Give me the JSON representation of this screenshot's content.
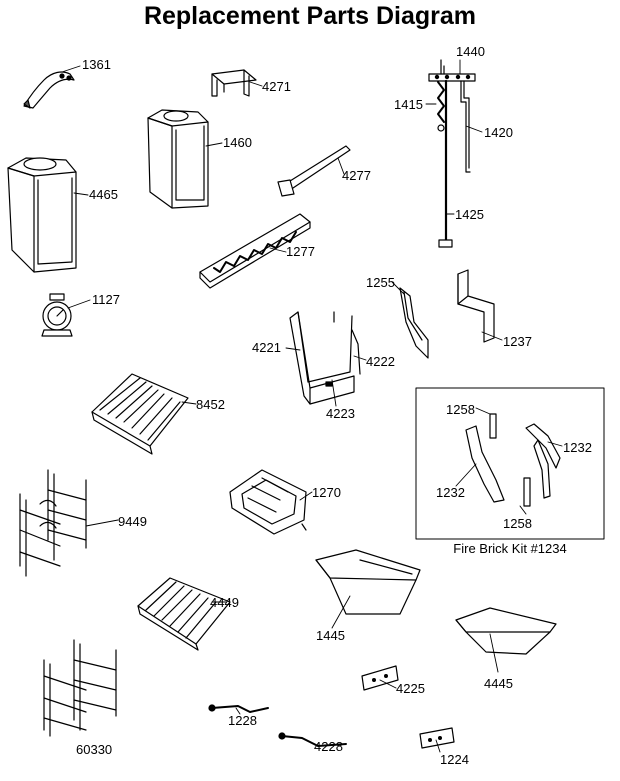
{
  "title": "Replacement Parts Diagram",
  "kit_caption": "Fire Brick Kit #1234",
  "labels": [
    {
      "key": "p1361",
      "text": "1361"
    },
    {
      "key": "p4271",
      "text": "4271"
    },
    {
      "key": "p1440",
      "text": "1440"
    },
    {
      "key": "p1415",
      "text": "1415"
    },
    {
      "key": "p1420",
      "text": "1420"
    },
    {
      "key": "p1460",
      "text": "1460"
    },
    {
      "key": "p4465",
      "text": "4465"
    },
    {
      "key": "p4277",
      "text": "4277"
    },
    {
      "key": "p1425",
      "text": "1425"
    },
    {
      "key": "p1277",
      "text": "1277"
    },
    {
      "key": "p1127",
      "text": "1127"
    },
    {
      "key": "p1255",
      "text": "1255"
    },
    {
      "key": "p4221",
      "text": "4221"
    },
    {
      "key": "p4222",
      "text": "4222"
    },
    {
      "key": "p1237",
      "text": "1237"
    },
    {
      "key": "p4223",
      "text": "4223"
    },
    {
      "key": "p8452",
      "text": "8452"
    },
    {
      "key": "p1258a",
      "text": "1258"
    },
    {
      "key": "p1232a",
      "text": "1232"
    },
    {
      "key": "p1232b",
      "text": "1232"
    },
    {
      "key": "p1258b",
      "text": "1258"
    },
    {
      "key": "p1270",
      "text": "1270"
    },
    {
      "key": "p9449",
      "text": "9449"
    },
    {
      "key": "p4449",
      "text": "4449"
    },
    {
      "key": "p1445",
      "text": "1445"
    },
    {
      "key": "p4445",
      "text": "4445"
    },
    {
      "key": "p4225",
      "text": "4225"
    },
    {
      "key": "p60330",
      "text": "60330"
    },
    {
      "key": "p1228",
      "text": "1228"
    },
    {
      "key": "p4228",
      "text": "4228"
    },
    {
      "key": "p1224",
      "text": "1224"
    }
  ]
}
